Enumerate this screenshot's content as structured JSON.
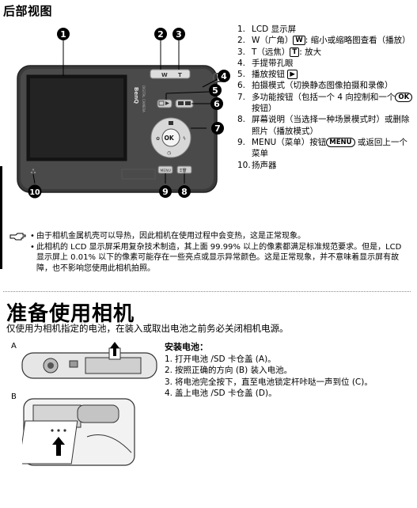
{
  "header": {
    "title": "后部视图"
  },
  "camera": {
    "brand": "BenQ",
    "callouts": [
      "1",
      "2",
      "3",
      "4",
      "5",
      "6",
      "7",
      "8",
      "9",
      "10"
    ],
    "button_labels": {
      "w": "W",
      "t": "T",
      "ok": "OK",
      "menu": "MENU"
    }
  },
  "legend": {
    "items": [
      {
        "num": "1.",
        "text": "LCD 显示屏"
      },
      {
        "num": "2.",
        "pre": "W（广角）",
        "icon": "W",
        "post": ": 缩小或缩略图查看（播放）"
      },
      {
        "num": "3.",
        "pre": "T（远焦）",
        "icon": "T",
        "post": ": 放大"
      },
      {
        "num": "4.",
        "text": "手提带孔眼"
      },
      {
        "num": "5.",
        "pre": "播放按钮 ",
        "icon": "▶",
        "post": ""
      },
      {
        "num": "6.",
        "text": "拍摄模式（切换静态图像拍摄和录像）"
      },
      {
        "num": "7.",
        "pre": "多功能按钮（包括一个 4 向控制和一个",
        "icon": "OK",
        "post": "按钮）"
      },
      {
        "num": "8.",
        "text": "屏幕说明（当选择一种场景模式时）或删除照片（播放模式）"
      },
      {
        "num": "9.",
        "pre": "MENU（菜单）按钮",
        "icon": "MENU",
        "post": " 或返回上一个菜单"
      },
      {
        "num": "10.",
        "text": "扬声器"
      }
    ]
  },
  "notes": [
    "由于相机金属机壳可以导热，因此相机在使用过程中会变热，这是正常现象。",
    "此相机的 LCD 显示屏采用复杂技术制造，其上面 99.99% 以上的像素都满足标准规范要求。但是，LCD 显示屏上 0.01% 以下的像素可能存在一些亮点或显示异常颜色。这是正常现象，并不意味着显示屏有故障，也不影响您使用此相机拍照。"
  ],
  "section": {
    "title": "准备使用相机",
    "subtitle": "仅使用为相机指定的电池，在装入或取出电池之前务必关闭相机电源。"
  },
  "figures": {
    "a_label": "A",
    "b_label": "B"
  },
  "install": {
    "heading": "安装电池：",
    "steps": [
      {
        "num": "1.",
        "text": "打开电池 /SD 卡仓盖 (A)。"
      },
      {
        "num": "2.",
        "text": "按照正确的方向 (B) 装入电池。"
      },
      {
        "num": "3.",
        "text": "将电池完全按下，直至电池锁定杆咔哒一声到位 (C)。"
      },
      {
        "num": "4.",
        "text": "盖上电池 /SD 卡仓盖 (D)。"
      }
    ]
  }
}
